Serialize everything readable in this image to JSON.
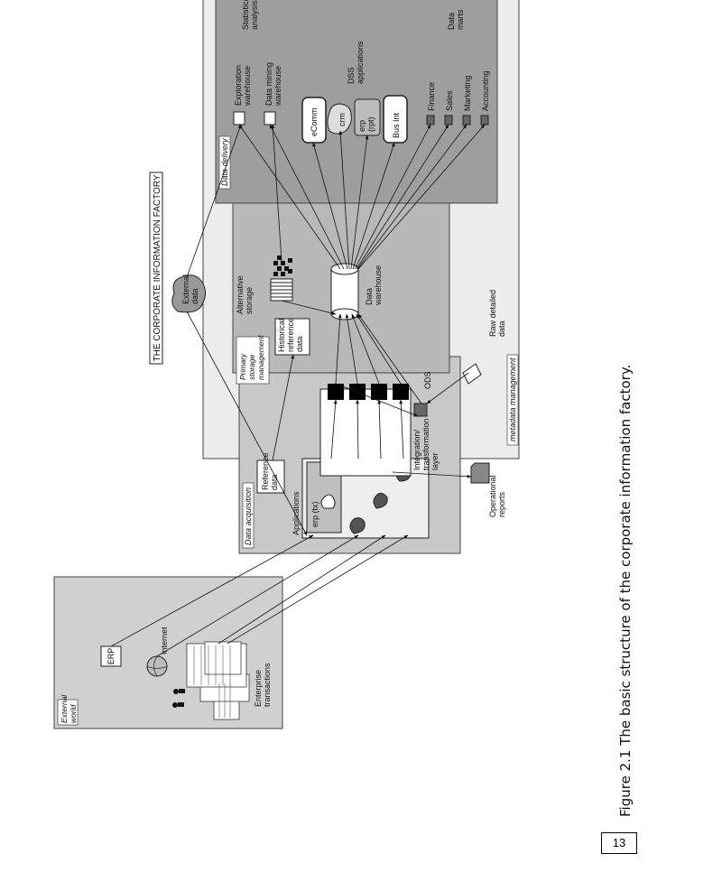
{
  "title": "THE CORPORATE INFORMATION FACTORY",
  "caption": "Figure 2.1    The basic structure of the corporate information factory.",
  "page_number": "13",
  "regions": {
    "external_world": "External world",
    "data_acquisition": "Data acquisition",
    "primary_storage": "Primary storage management",
    "data_delivery": "Data delivery",
    "metadata": "metadata management"
  },
  "external_world": {
    "erp": "ERP",
    "internet": "Internet",
    "enterprise": "Enterprise transactions"
  },
  "acquisition": {
    "applications": "Applications",
    "erp_tx": "erp (tx)",
    "reference_data": "Reference data",
    "integration_layer": "Integration/ transformation layer",
    "operational_reports": "Operational reports"
  },
  "storage": {
    "historical_reference": "Historical reference data",
    "alternative_storage": "Alternative storage",
    "data_warehouse": "Data warehouse",
    "ods": "ODS",
    "raw_detailed": "Raw detailed data",
    "external_data": "External data"
  },
  "delivery": {
    "exploration": "Exploration warehouse",
    "data_mining": "Data mining warehouse",
    "statistical": "Statistical analysis",
    "dss": "DSS applications",
    "ecomm": "eComm",
    "crm": "crm",
    "erp_rpt": "erp (rpt)",
    "bus_int": "Bus Int",
    "finance": "Finance",
    "sales": "Sales",
    "marketing": "Marketing",
    "accounting": "Accounting",
    "data_marts": "Data marts"
  }
}
